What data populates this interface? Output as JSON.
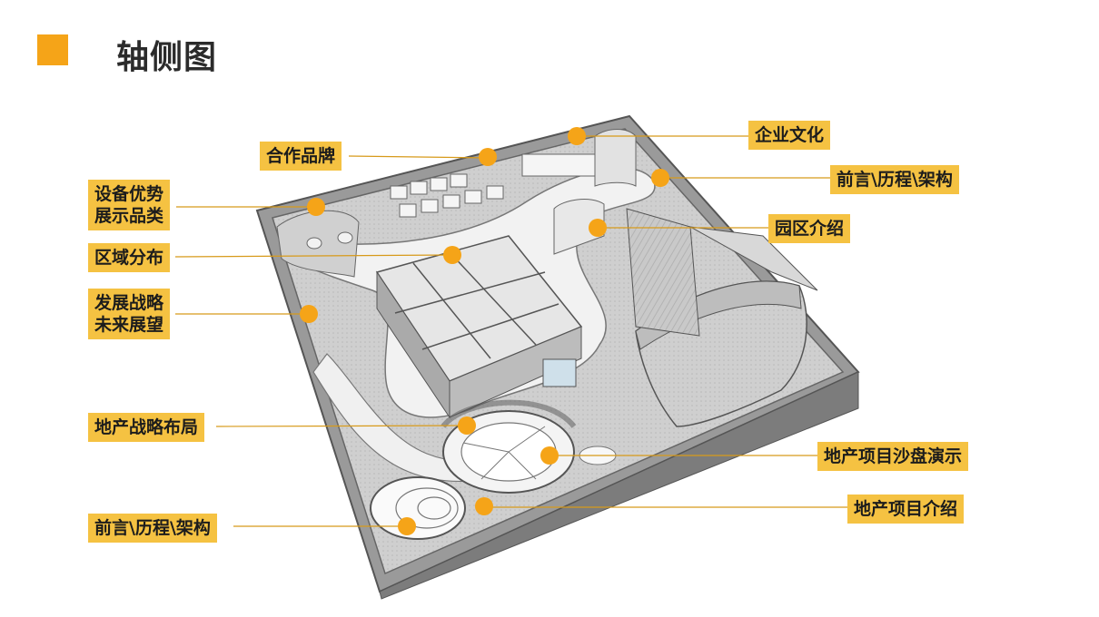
{
  "title": "轴侧图",
  "colors": {
    "accent": "#f5a418",
    "label_bg": "#f5c242",
    "marker": "#f5a418"
  },
  "labels": {
    "partner_brand": "合作品牌",
    "corporate_culture": "企业文化",
    "preface_right": "前言\\历程\\架构",
    "equipment_line1": "设备优势",
    "equipment_line2": "展示品类",
    "park_intro": "园区介绍",
    "region_distribution": "区域分布",
    "development_line1": "发展战略",
    "development_line2": "未来展望",
    "realestate_layout": "地产战略布局",
    "sandbox_demo": "地产项目沙盘演示",
    "project_intro": "地产项目介绍",
    "preface_left": "前言\\历程\\架构"
  }
}
